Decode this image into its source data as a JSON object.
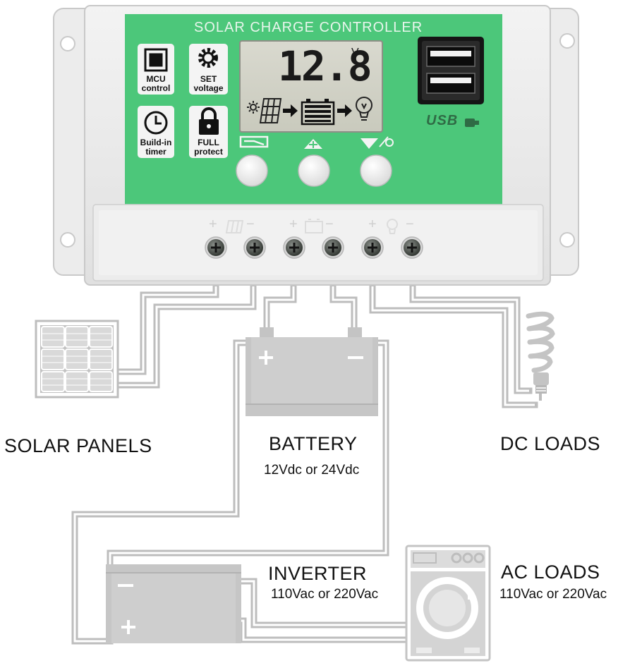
{
  "controller": {
    "title": "SOLAR CHARGE CONTROLLER",
    "display_value": "12.8",
    "display_unit": "V",
    "features": [
      {
        "icon": "mcu-chip-icon",
        "line1": "MCU",
        "line2": "control"
      },
      {
        "icon": "gear-icon",
        "line1": "SET",
        "line2": "voltage"
      },
      {
        "icon": "clock-icon",
        "line1": "Build-in",
        "line2": "timer"
      },
      {
        "icon": "padlock-icon",
        "line1": "FULL",
        "line2": "protect"
      }
    ],
    "buttons": [
      {
        "icon": "menu-icon"
      },
      {
        "icon": "up-arrow-icon"
      },
      {
        "icon": "down-bulb-icon"
      }
    ],
    "usb_label": "USB",
    "terminal_groups": [
      {
        "icon": "solar-panel-icon"
      },
      {
        "icon": "battery-icon"
      },
      {
        "icon": "bulb-icon"
      }
    ],
    "terminal_signs": {
      "plus": "+",
      "minus": "−"
    },
    "accent_color": "#4cc77a"
  },
  "components": {
    "solar": {
      "label": "SOLAR PANELS"
    },
    "battery": {
      "label": "BATTERY",
      "sublabel": "12Vdc or 24Vdc"
    },
    "dc_loads": {
      "label": "DC LOADS"
    },
    "inverter": {
      "label": "INVERTER",
      "sublabel": "110Vac or 220Vac"
    },
    "ac_loads": {
      "label": "AC LOADS",
      "sublabel": "110Vac or 220Vac"
    }
  }
}
